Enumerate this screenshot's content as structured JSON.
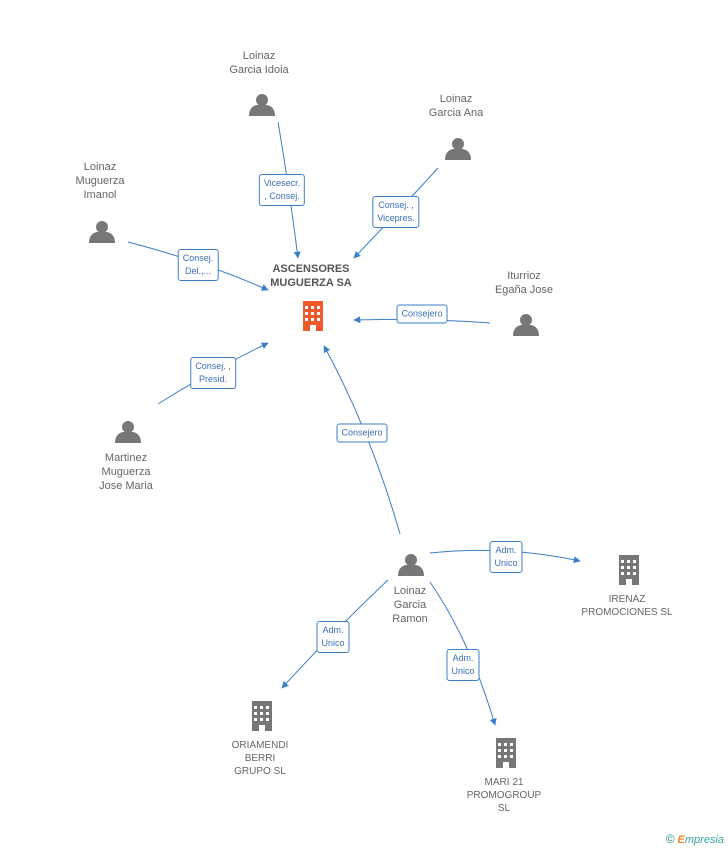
{
  "main_company": {
    "label": "ASCENSORES\nMUGUERZA SA",
    "color": "#f05a2a"
  },
  "persons": [
    {
      "id": "idoia",
      "label": "Loinaz\nGarcia Idoia"
    },
    {
      "id": "ana",
      "label": "Loinaz\nGarcia Ana"
    },
    {
      "id": "imanol",
      "label": "Loinaz\nMuguerza\nImanol"
    },
    {
      "id": "iturrioz",
      "label": "Iturrioz\nEgaña Jose"
    },
    {
      "id": "martinez",
      "label": "Martinez\nMuguerza\nJose Maria"
    },
    {
      "id": "ramon",
      "label": "Loinaz\nGarcia\nRamon"
    }
  ],
  "companies": [
    {
      "id": "irenaz",
      "label": "IRENAZ\nPROMOCIONES SL"
    },
    {
      "id": "oriamendi",
      "label": "ORIAMENDI\nBERRI\nGRUPO SL"
    },
    {
      "id": "mari21",
      "label": "MARI 21\nPROMOGROUP\nSL"
    }
  ],
  "edges": [
    {
      "id": "e-idoia",
      "label": "Vicesecr.\n, Consej."
    },
    {
      "id": "e-ana",
      "label": "Consej. ,\nVicepres."
    },
    {
      "id": "e-imanol",
      "label": "Consej.\nDel.,..."
    },
    {
      "id": "e-iturrioz",
      "label": "Consejero"
    },
    {
      "id": "e-martinez",
      "label": "Consej. ,\nPresid."
    },
    {
      "id": "e-ramon",
      "label": "Consejero"
    },
    {
      "id": "e-irenaz",
      "label": "Adm.\nUnico"
    },
    {
      "id": "e-oriamendi",
      "label": "Adm.\nUnico"
    },
    {
      "id": "e-mari21",
      "label": "Adm.\nUnico"
    }
  ],
  "colors": {
    "edge": "#3a7fc8",
    "person": "#777777",
    "company": "#777777"
  },
  "brand": {
    "copyright": "©",
    "name_first": "E",
    "name_rest": "mpresia"
  }
}
